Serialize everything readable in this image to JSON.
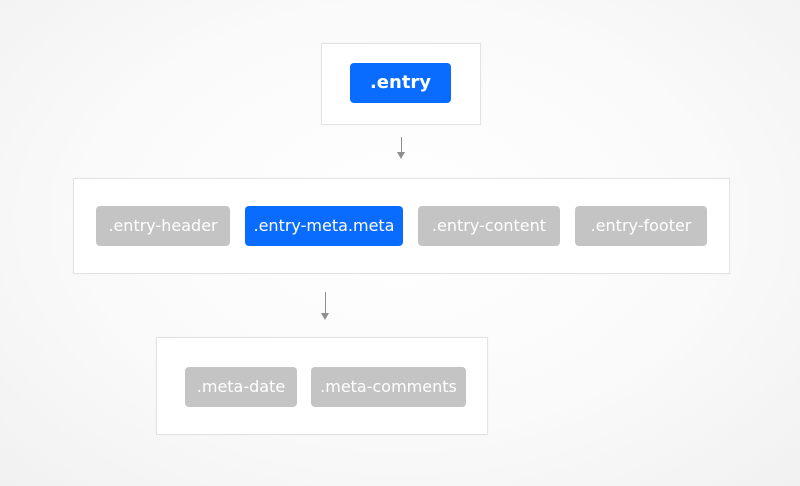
{
  "diagram": {
    "root": {
      "label": ".entry"
    },
    "level1": [
      {
        "label": ".entry-header",
        "highlighted": false
      },
      {
        "label": ".entry-meta.meta",
        "highlighted": true
      },
      {
        "label": ".entry-content",
        "highlighted": false
      },
      {
        "label": ".entry-footer",
        "highlighted": false
      }
    ],
    "level2": [
      {
        "label": ".meta-date",
        "highlighted": false
      },
      {
        "label": ".meta-comments",
        "highlighted": false
      }
    ]
  },
  "colors": {
    "highlight": "#0a6cff",
    "node": "#c4c4c4",
    "connector": "#8f8f8f"
  }
}
